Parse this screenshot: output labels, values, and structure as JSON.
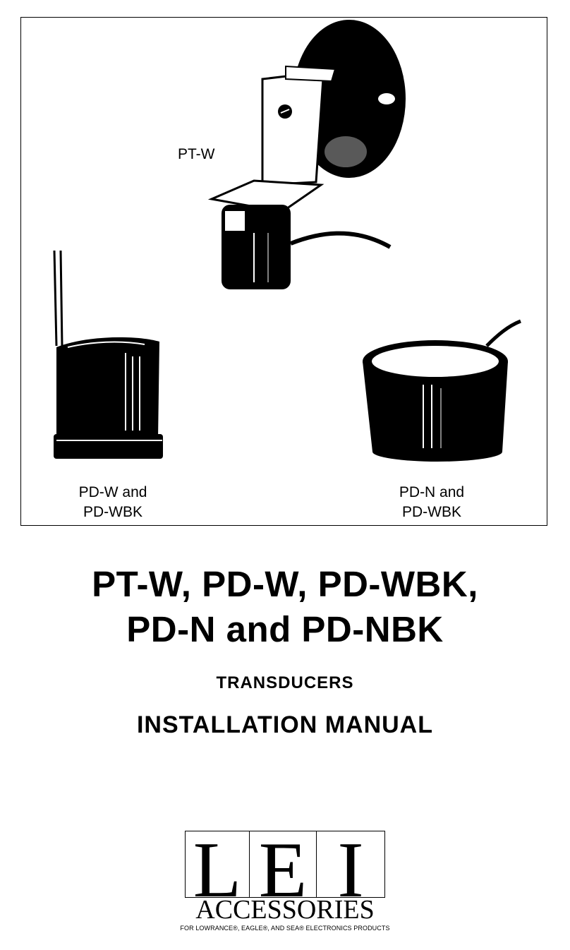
{
  "figure": {
    "label_ptw": "PT-W",
    "label_pdw_line1": "PD-W and",
    "label_pdw_line2": "PD-WBK",
    "label_pdn_line1": "PD-N and",
    "label_pdn_line2": "PD-WBK"
  },
  "title": {
    "line1": "PT-W, PD-W, PD-WBK,",
    "line2": "PD-N and PD-NBK",
    "subtitle": "TRANSDUCERS",
    "manual": "INSTALLATION MANUAL"
  },
  "logo": {
    "letter_l": "L",
    "letter_e": "E",
    "letter_i": "I",
    "accessories": "ACCESSORIES",
    "tagline": "FOR LOWRANCE®, EAGLE®, AND SEA® ELECTRONICS PRODUCTS"
  }
}
